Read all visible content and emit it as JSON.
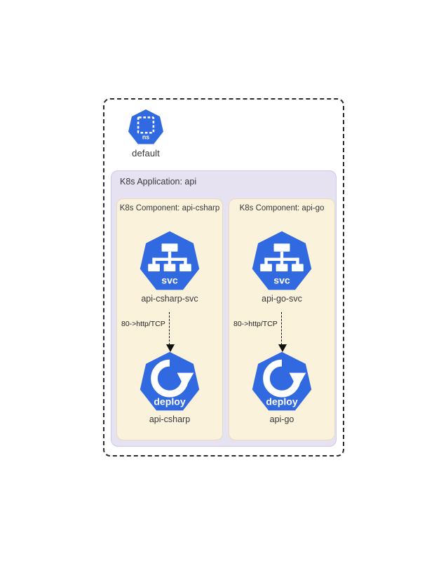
{
  "diagram": {
    "namespace": {
      "icon": "k8s-namespace-heptagon-icon",
      "badge_text": "ns",
      "name": "default"
    },
    "application": {
      "title": "K8s Application: api",
      "components": [
        {
          "title": "K8s Component: api-csharp",
          "service": {
            "icon": "k8s-service-heptagon-icon",
            "badge_text": "svc",
            "name": "api-csharp-svc"
          },
          "connector": {
            "label": "80->http/TCP",
            "style": "dashed-arrow-down"
          },
          "deployment": {
            "icon": "k8s-deployment-heptagon-icon",
            "badge_text": "deploy",
            "name": "api-csharp"
          }
        },
        {
          "title": "K8s Component: api-go",
          "service": {
            "icon": "k8s-service-heptagon-icon",
            "badge_text": "svc",
            "name": "api-go-svc"
          },
          "connector": {
            "label": "80->http/TCP",
            "style": "dashed-arrow-down"
          },
          "deployment": {
            "icon": "k8s-deployment-heptagon-icon",
            "badge_text": "deploy",
            "name": "api-go"
          }
        }
      ]
    },
    "colors": {
      "k8s_blue": "#3069e0",
      "application_fill": "#e6e2f2",
      "component_fill": "#fbf2dc",
      "boundary_stroke": "#2b2b2b",
      "text": "#37373b"
    }
  }
}
